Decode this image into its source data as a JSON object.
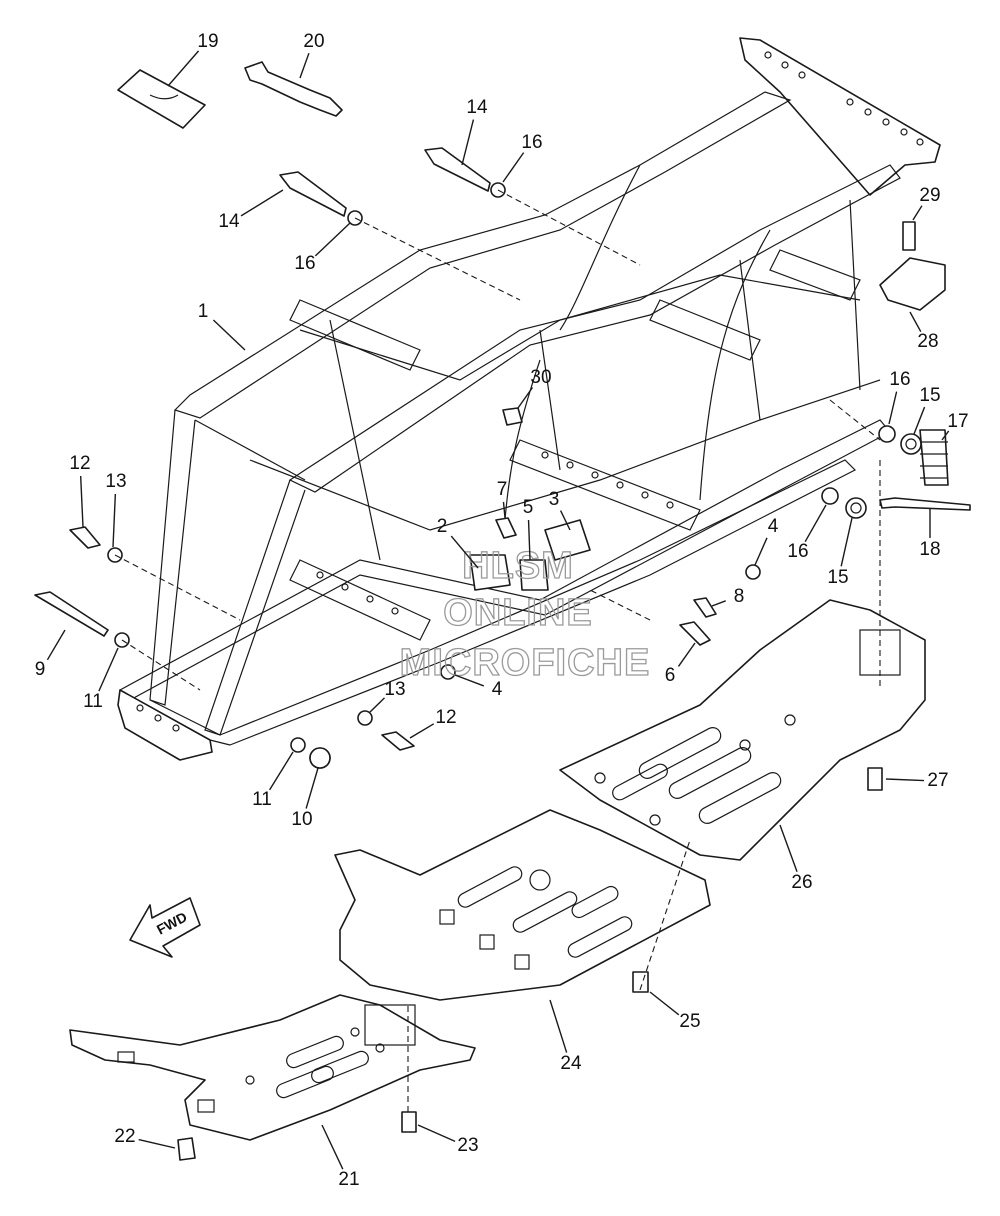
{
  "diagram": {
    "callouts": [
      {
        "id": "c1",
        "label": "1"
      },
      {
        "id": "c2",
        "label": "2"
      },
      {
        "id": "c3",
        "label": "3"
      },
      {
        "id": "c4a",
        "label": "4"
      },
      {
        "id": "c4b",
        "label": "4"
      },
      {
        "id": "c5",
        "label": "5"
      },
      {
        "id": "c6",
        "label": "6"
      },
      {
        "id": "c7",
        "label": "7"
      },
      {
        "id": "c8",
        "label": "8"
      },
      {
        "id": "c9",
        "label": "9"
      },
      {
        "id": "c10",
        "label": "10"
      },
      {
        "id": "c11a",
        "label": "11"
      },
      {
        "id": "c11b",
        "label": "11"
      },
      {
        "id": "c12a",
        "label": "12"
      },
      {
        "id": "c12b",
        "label": "12"
      },
      {
        "id": "c13a",
        "label": "13"
      },
      {
        "id": "c13b",
        "label": "13"
      },
      {
        "id": "c14a",
        "label": "14"
      },
      {
        "id": "c14b",
        "label": "14"
      },
      {
        "id": "c15a",
        "label": "15"
      },
      {
        "id": "c15b",
        "label": "15"
      },
      {
        "id": "c16a",
        "label": "16"
      },
      {
        "id": "c16b",
        "label": "16"
      },
      {
        "id": "c16c",
        "label": "16"
      },
      {
        "id": "c16d",
        "label": "16"
      },
      {
        "id": "c17",
        "label": "17"
      },
      {
        "id": "c18",
        "label": "18"
      },
      {
        "id": "c19",
        "label": "19"
      },
      {
        "id": "c20",
        "label": "20"
      },
      {
        "id": "c21",
        "label": "21"
      },
      {
        "id": "c22",
        "label": "22"
      },
      {
        "id": "c23",
        "label": "23"
      },
      {
        "id": "c24",
        "label": "24"
      },
      {
        "id": "c25",
        "label": "25"
      },
      {
        "id": "c26",
        "label": "26"
      },
      {
        "id": "c27",
        "label": "27"
      },
      {
        "id": "c28",
        "label": "28"
      },
      {
        "id": "c29",
        "label": "29"
      },
      {
        "id": "c30",
        "label": "30"
      }
    ],
    "direction_arrow": {
      "label": "FWD",
      "icon": "forward-arrow-icon"
    },
    "watermark": {
      "lines": [
        "HLSM",
        "ONLINE",
        "MICROFICHE"
      ]
    },
    "colors": {
      "line": "#1a1a1a",
      "background": "#ffffff",
      "watermark": "#9a9a9a"
    }
  }
}
